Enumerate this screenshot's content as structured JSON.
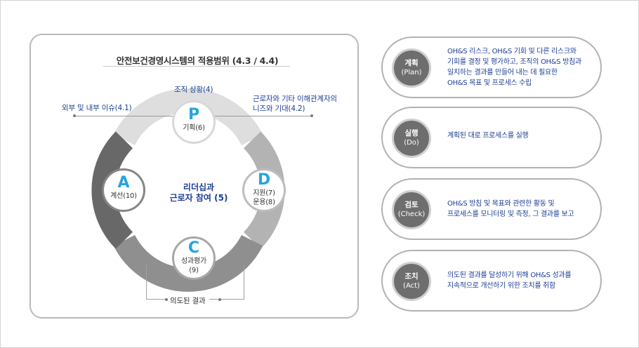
{
  "panel": {
    "title": "안전보건경영시스템의 적용범위 (4.3 / 4.4)",
    "context": "조직 상황(4)",
    "external_internal": "외부 및 내부 이슈(4.1)",
    "needs_expectations_l1": "근로자와 기타 이해관계자의",
    "needs_expectations_l2": "니즈와 기대(4.2)",
    "outcome": "의도된 결과",
    "center_l1": "리더십과",
    "center_l2": "근로자 참여 (5)"
  },
  "cycle": {
    "p": {
      "letter": "P",
      "sub1": "기획(6)"
    },
    "d": {
      "letter": "D",
      "sub1": "지원(7)",
      "sub2": "운용(8)"
    },
    "c": {
      "letter": "C",
      "sub1": "성과평가",
      "sub2": "(9)"
    },
    "a": {
      "letter": "A",
      "sub1": "계선(10)"
    }
  },
  "steps": [
    {
      "ko": "계획",
      "en": "(Plan)",
      "desc_l1": "OH&S 리스크, OH&S 기회 및 다른 리스크와",
      "desc_l2": "기회를 결정 및 평가하고, 조직의 OH&S 방침과",
      "desc_l3": "일치하는 결과를 만들어 내는 데 필요한",
      "desc_l4": "OH&S 목표 및 프로세스 수립"
    },
    {
      "ko": "실행",
      "en": "(Do)",
      "desc_l1": "계획된 대로 프로세스를 실행",
      "desc_l2": "",
      "desc_l3": "",
      "desc_l4": ""
    },
    {
      "ko": "검토",
      "en": "(Check)",
      "desc_l1": "OH&S 방침 및 목표와 관련한 활동 및",
      "desc_l2": "프로세스를 모니터링 및 측정, 그 결과를 보고",
      "desc_l3": "",
      "desc_l4": ""
    },
    {
      "ko": "조치",
      "en": "(Act)",
      "desc_l1": "의도된 결과를 달성하기 위해 OH&S 성과를",
      "desc_l2": "지속적으로 개선하기 위한 조치를 취함",
      "desc_l3": "",
      "desc_l4": ""
    }
  ],
  "colors": {
    "accent_letter": "#27a4dc",
    "label_text": "#1c3f94",
    "ring_p": "#dedede",
    "ring_d": "#b3b3b3",
    "ring_c": "#8f8f8f",
    "ring_a": "#686868"
  }
}
